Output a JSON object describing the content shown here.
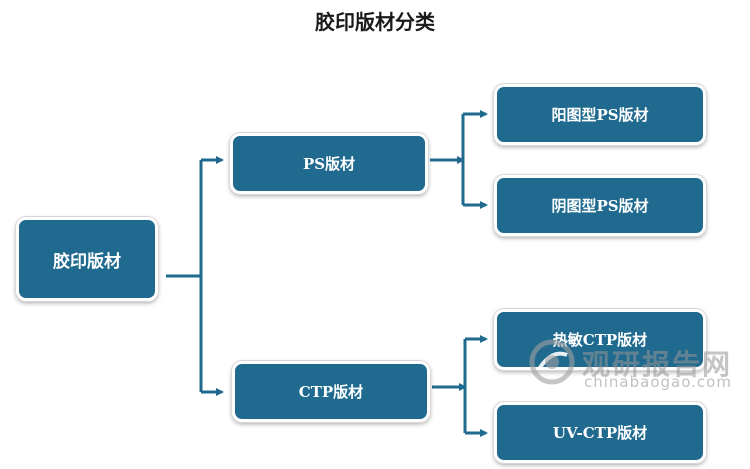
{
  "title": "胶印版材分类",
  "colors": {
    "node_fill": "#1f6a8e",
    "connector": "#1f6a8e"
  },
  "tree": {
    "root": {
      "label": "胶印版材"
    },
    "level1": [
      {
        "label": "PS版材",
        "children": [
          {
            "label": "阳图型PS版材"
          },
          {
            "label": "阴图型PS版材"
          }
        ]
      },
      {
        "label": "CTP版材",
        "children": [
          {
            "label": "热敏CTP版材"
          },
          {
            "label": "UV-CTP版材"
          }
        ]
      }
    ]
  },
  "watermark": {
    "text": "观研报告网",
    "url": "chinabaogao.com",
    "icon": "watermark-logo-icon"
  }
}
